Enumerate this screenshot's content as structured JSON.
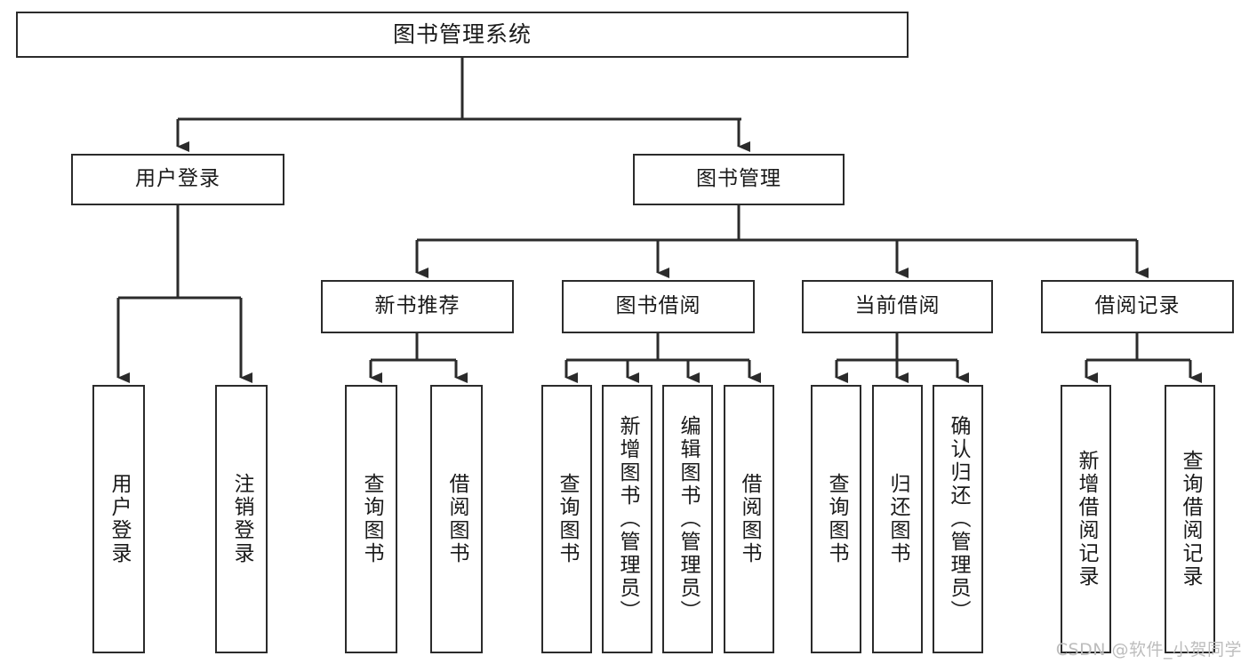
{
  "diagram": {
    "title": "图书管理系统",
    "root": {
      "id": "root",
      "label": "图书管理系统"
    },
    "level2": [
      {
        "id": "user-login",
        "label": "用户登录"
      },
      {
        "id": "book-manage",
        "label": "图书管理"
      }
    ],
    "level3": [
      {
        "id": "new-book-recommend",
        "label": "新书推荐"
      },
      {
        "id": "book-borrow",
        "label": "图书借阅"
      },
      {
        "id": "current-borrow",
        "label": "当前借阅"
      },
      {
        "id": "borrow-record",
        "label": "借阅记录"
      }
    ],
    "leaves": {
      "user-login": [
        {
          "id": "leaf-user-login",
          "label": "用户登录"
        },
        {
          "id": "leaf-user-logout",
          "label": "注销登录"
        }
      ],
      "new-book-recommend": [
        {
          "id": "leaf-query-book-1",
          "label": "查询图书"
        },
        {
          "id": "leaf-borrow-book-1",
          "label": "借阅图书"
        }
      ],
      "book-borrow": [
        {
          "id": "leaf-query-book-2",
          "label": "查询图书"
        },
        {
          "id": "leaf-add-book",
          "label": "新增图书（管理员）"
        },
        {
          "id": "leaf-edit-book",
          "label": "编辑图书（管理员）"
        },
        {
          "id": "leaf-borrow-book-2",
          "label": "借阅图书"
        }
      ],
      "current-borrow": [
        {
          "id": "leaf-query-book-3",
          "label": "查询图书"
        },
        {
          "id": "leaf-return-book",
          "label": "归还图书"
        },
        {
          "id": "leaf-confirm-return",
          "label": "确认归还（管理员）"
        }
      ],
      "borrow-record": [
        {
          "id": "leaf-add-record",
          "label": "新增借阅记录"
        },
        {
          "id": "leaf-query-record",
          "label": "查询借阅记录"
        }
      ]
    }
  },
  "watermark": {
    "text": "CSDN @软件_小贺同学"
  },
  "colors": {
    "stroke": "#2b2b2b",
    "background": "#ffffff",
    "text": "#1a1a1a",
    "watermark": "#bdbdbd"
  }
}
